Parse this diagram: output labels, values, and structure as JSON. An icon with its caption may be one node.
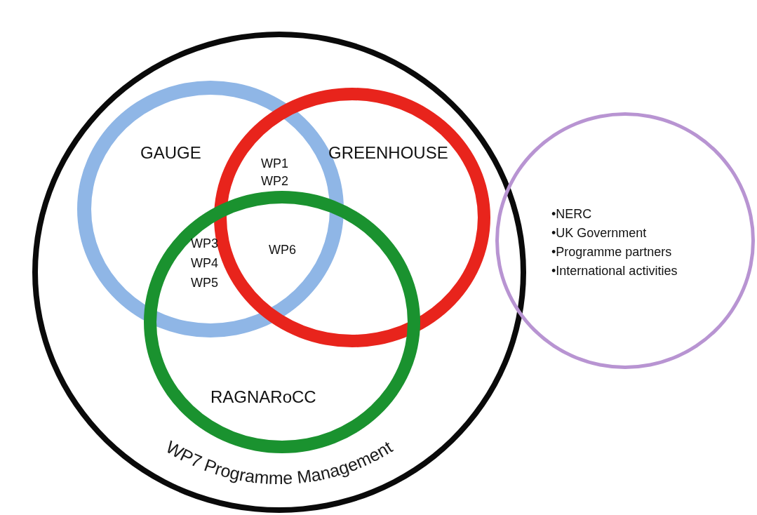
{
  "diagram": {
    "nodes": [
      {
        "text": [
          "WP7 Programme Management"
        ]
      },
      {
        "text": [
          "GAUGE"
        ],
        "in": 0
      },
      {
        "text": [
          "GREENHOUSE"
        ],
        "in": 0
      },
      {
        "text": [
          "RAGNARoCC"
        ],
        "in": 0
      },
      {
        "text": [
          "•NERC",
          "•UK Government",
          "•Programme partners",
          "•International activities"
        ]
      }
    ],
    "labels": [
      "WP1",
      "WP2",
      "WP6",
      "WP3",
      "WP4",
      "WP5"
    ]
  }
}
